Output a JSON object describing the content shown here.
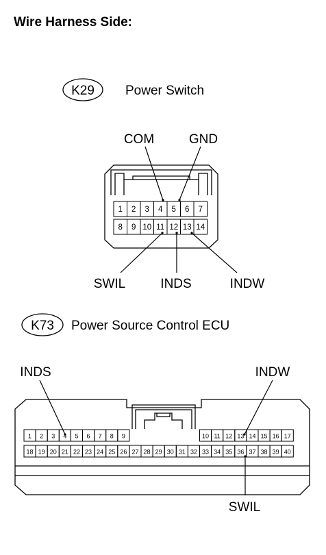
{
  "heading": "Wire Harness Side:",
  "connector_k29": {
    "code": "K29",
    "name": "Power Switch",
    "top_row": [
      "1",
      "2",
      "3",
      "4",
      "5",
      "6",
      "7"
    ],
    "bottom_row": [
      "8",
      "9",
      "10",
      "11",
      "12",
      "13",
      "14"
    ],
    "labels": {
      "com": "COM",
      "gnd": "GND",
      "swil": "SWIL",
      "inds": "INDS",
      "indw": "INDW"
    }
  },
  "connector_k73": {
    "code": "K73",
    "name": "Power Source Control ECU",
    "top_row_left": [
      "1",
      "2",
      "3",
      "4",
      "5",
      "6",
      "7",
      "8",
      "9"
    ],
    "top_row_right": [
      "10",
      "11",
      "12",
      "13",
      "14",
      "15",
      "16",
      "17"
    ],
    "bottom_row": [
      "18",
      "19",
      "20",
      "21",
      "22",
      "23",
      "24",
      "25",
      "26",
      "27",
      "28",
      "29",
      "30",
      "31",
      "32",
      "33",
      "34",
      "35",
      "36",
      "37",
      "38",
      "39",
      "40"
    ],
    "labels": {
      "inds": "INDS",
      "indw": "INDW",
      "swil": "SWIL"
    }
  }
}
